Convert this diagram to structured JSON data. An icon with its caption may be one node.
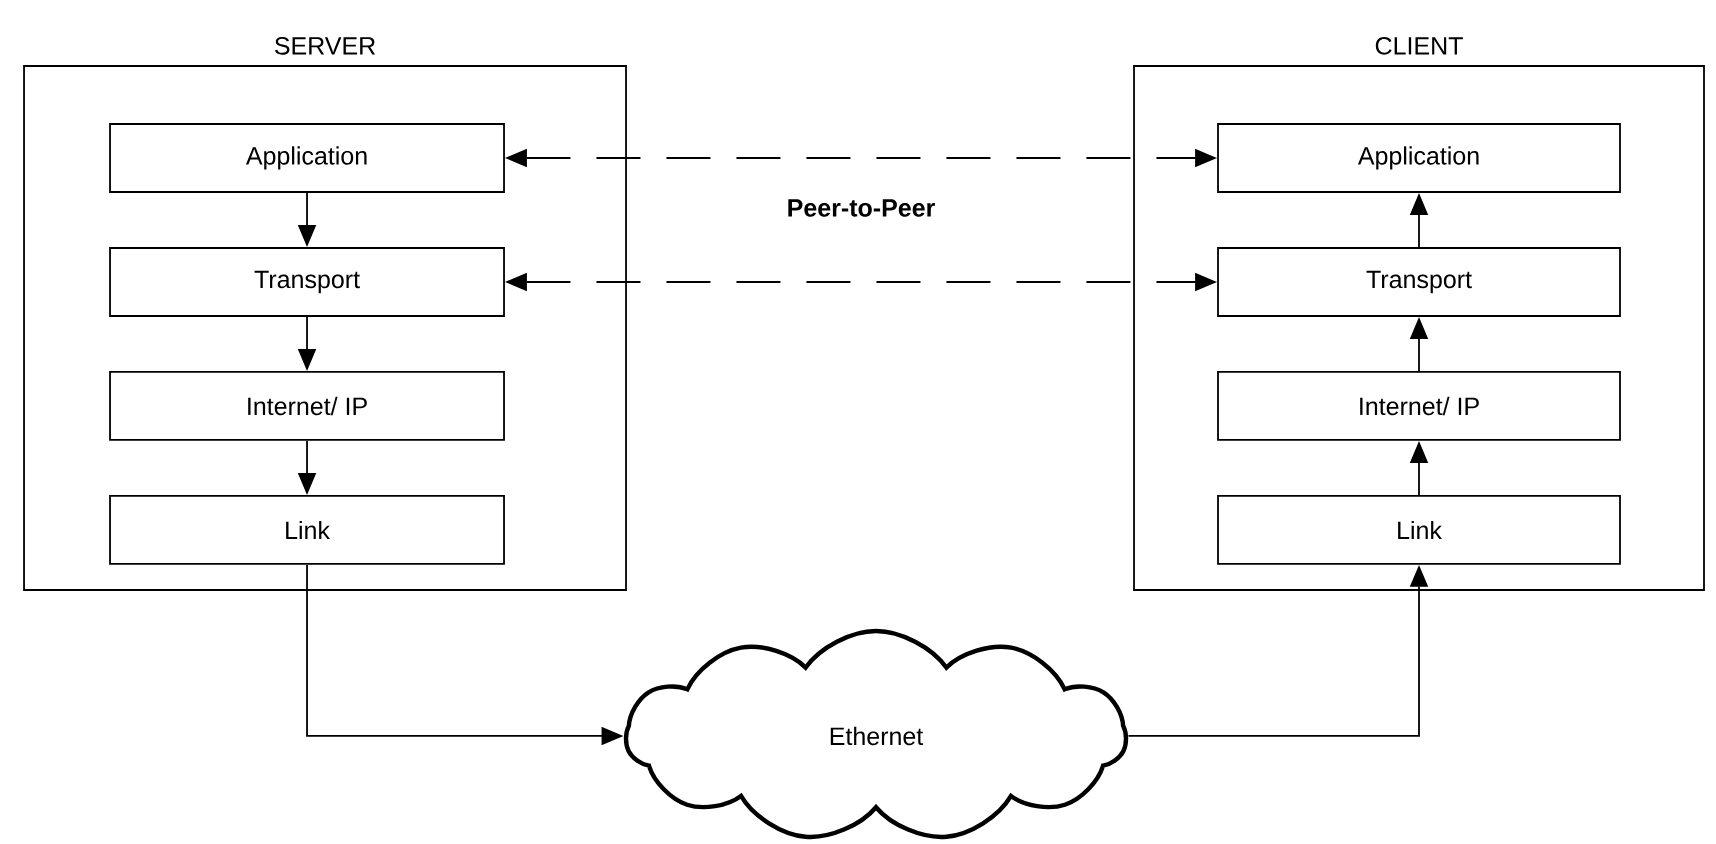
{
  "diagram": {
    "nodes": [
      {
        "text": [
          "SERVER"
        ]
      },
      {
        "text": [
          "Application"
        ],
        "in": 0
      },
      {
        "text": [
          "Transport"
        ],
        "in": 0
      },
      {
        "text": [
          "Internet/ IP"
        ],
        "in": 0
      },
      {
        "text": [
          "Link"
        ],
        "in": 0
      },
      {
        "text": [
          "CLIENT"
        ]
      },
      {
        "text": [
          "Application"
        ],
        "in": 5
      },
      {
        "text": [
          "Transport"
        ],
        "in": 5
      },
      {
        "text": [
          "Internet/ IP"
        ],
        "in": 5
      },
      {
        "text": [
          "Link"
        ],
        "in": 5
      },
      {
        "text": [
          "Ethernet"
        ]
      }
    ],
    "edges": [
      {
        "from": 1,
        "to": 2,
        "arrow": "to"
      },
      {
        "from": 2,
        "to": 3,
        "arrow": "to"
      },
      {
        "from": 3,
        "to": 4,
        "arrow": "to"
      },
      {
        "from": 7,
        "to": 6,
        "arrow": "to"
      },
      {
        "from": 8,
        "to": 7,
        "arrow": "to"
      },
      {
        "from": 9,
        "to": 8,
        "arrow": "to"
      },
      {
        "from": 1,
        "to": 6,
        "arrow": "both",
        "style": "dashed",
        "label": "Peer-to-Peer"
      },
      {
        "from": 2,
        "to": 7,
        "arrow": "both",
        "style": "dashed"
      },
      {
        "from": 4,
        "to": 10,
        "arrow": "to"
      },
      {
        "from": 10,
        "to": 9,
        "arrow": "to"
      }
    ]
  }
}
